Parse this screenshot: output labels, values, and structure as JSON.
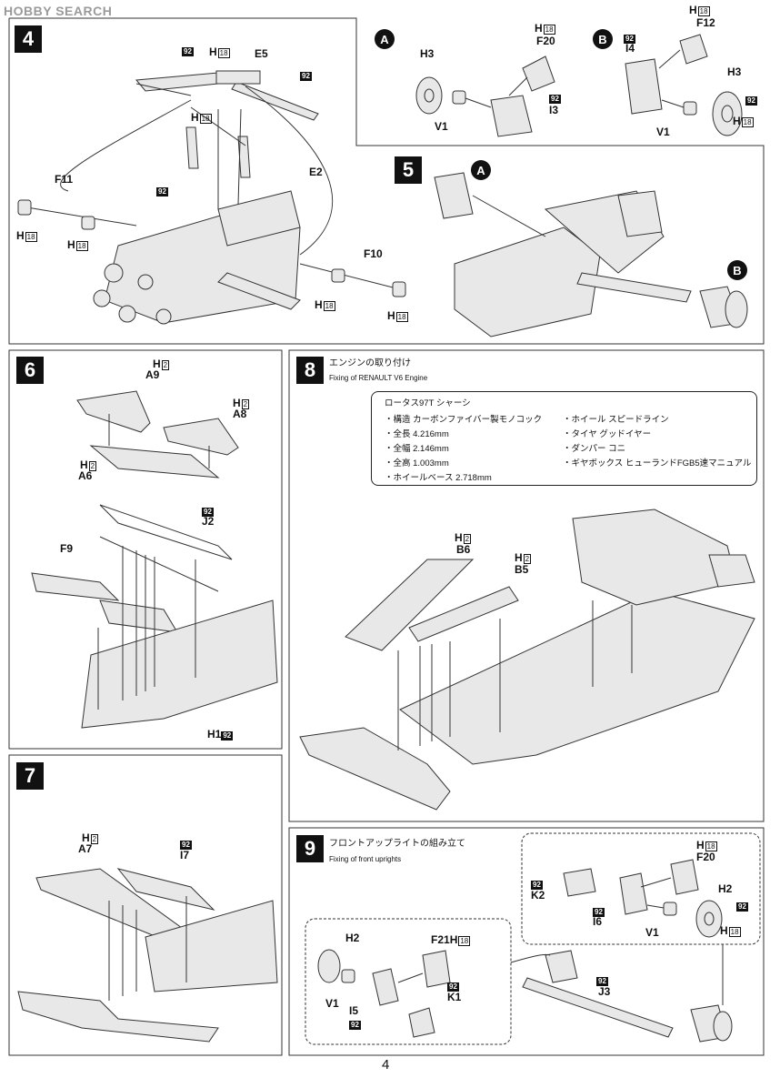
{
  "watermark": "HOBBY SEARCH",
  "page_number": "4",
  "step4": {
    "num": "4",
    "labels": {
      "e5": "E5",
      "e2": "E2",
      "f11": "F11",
      "f10": "F10"
    },
    "paint_92": "92",
    "h": "H",
    "h18": "18"
  },
  "stepA": {
    "badge": "A",
    "h3": "H3",
    "f20": "F20",
    "v1": "V1",
    "i3": "I3",
    "h": "H",
    "n18": "18",
    "n92": "92"
  },
  "stepB": {
    "badge": "B",
    "f12": "F12",
    "i4": "I4",
    "h3": "H3",
    "v1": "V1",
    "h": "H",
    "n18": "18",
    "n92": "92"
  },
  "step5": {
    "num": "5",
    "a": "A",
    "b": "B"
  },
  "step6": {
    "num": "6",
    "a9": "A9",
    "a8": "A8",
    "a6": "A6",
    "f9": "F9",
    "j2": "J2",
    "h1": "H1",
    "h": "H",
    "n2": "2",
    "n92": "92"
  },
  "step7": {
    "num": "7",
    "a7": "A7",
    "i7": "I7",
    "h": "H",
    "n2": "2",
    "n92": "92"
  },
  "step8": {
    "num": "8",
    "title_jp": "エンジンの取り付け",
    "title_en": "Fixing of RENAULT V6  Engine",
    "b6": "B6",
    "b5": "B5",
    "h": "H",
    "n2": "2",
    "spec": {
      "heading": "ロータス97T  シャーシ",
      "left": [
        "・構造 カーボンファイバー製モノコック",
        "・全長 4.216mm",
        "・全幅 2.146mm",
        "・全高 1.003mm",
        "・ホイールベース 2.718mm"
      ],
      "right": [
        "・ホイール スピードライン",
        "・タイヤ グッドイヤー",
        "・ダンパー コニ",
        "・ギヤボックス ヒューランドFGB5速マニュアル"
      ]
    }
  },
  "step9": {
    "num": "9",
    "title_jp": "フロントアップライトの組み立て",
    "title_en": "Fixing of front uprights",
    "f20": "F20",
    "h2": "H2",
    "k2": "K2",
    "i6": "I6",
    "v1": "V1",
    "h2b": "H2",
    "f21": "F21",
    "v1b": "V1",
    "i5": "I5",
    "k1": "K1",
    "j3": "J3",
    "h": "H",
    "n18": "18",
    "n92": "92"
  }
}
